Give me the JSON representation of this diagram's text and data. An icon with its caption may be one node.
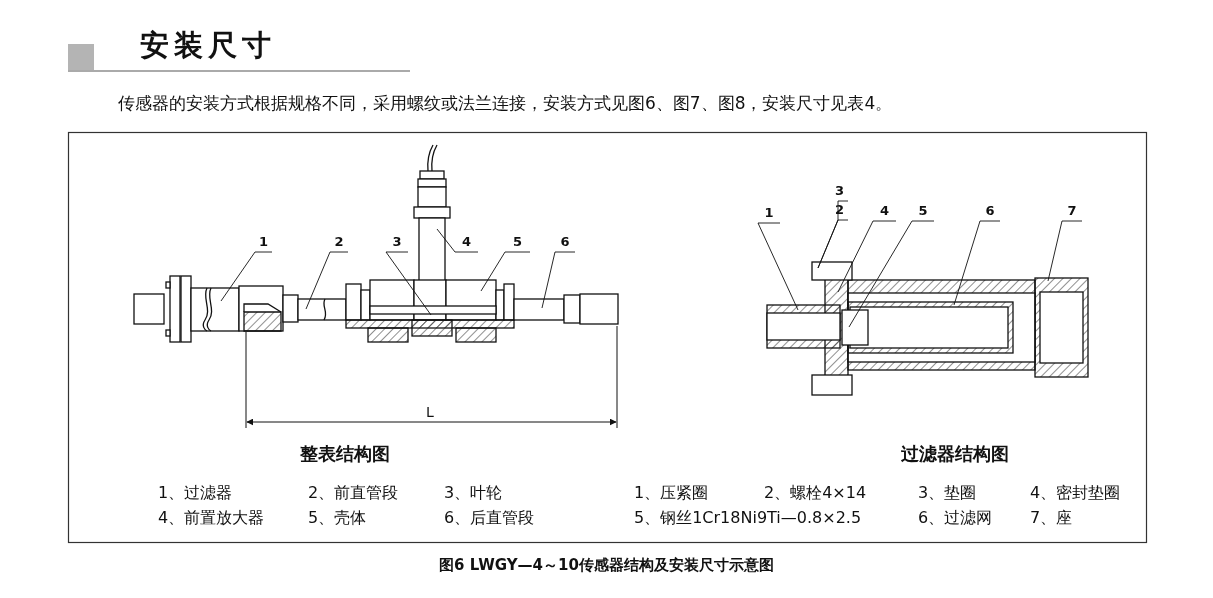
{
  "diagram": {
    "title": "安装尺寸",
    "caption": "图6 LWGY—4～10传感器结构及安装尺寸示意图",
    "nodes": [
      {
        "text": [
          "1"
        ]
      },
      {
        "text": [
          "2"
        ]
      },
      {
        "text": [
          "3"
        ]
      },
      {
        "text": [
          "4"
        ]
      },
      {
        "text": [
          "5"
        ]
      },
      {
        "text": [
          "6"
        ]
      },
      {
        "text": [
          "1"
        ]
      },
      {
        "text": [
          "3"
        ]
      },
      {
        "text": [
          "2"
        ]
      },
      {
        "text": [
          "4"
        ]
      },
      {
        "text": [
          "5"
        ]
      },
      {
        "text": [
          "6"
        ]
      },
      {
        "text": [
          "7"
        ]
      }
    ],
    "edges": [
      {
        "from": 0,
        "to": null,
        "arrow": "none"
      },
      {
        "from": 1,
        "to": null,
        "arrow": "none"
      },
      {
        "from": 2,
        "to": null,
        "arrow": "none"
      },
      {
        "from": 3,
        "to": null,
        "arrow": "none"
      },
      {
        "from": 4,
        "to": null,
        "arrow": "none"
      },
      {
        "from": 5,
        "to": null,
        "arrow": "none"
      },
      {
        "from": 6,
        "to": null,
        "arrow": "none"
      },
      {
        "from": 7,
        "to": null,
        "arrow": "none"
      },
      {
        "from": 8,
        "to": null,
        "arrow": "none"
      },
      {
        "from": 9,
        "to": null,
        "arrow": "none"
      },
      {
        "from": 10,
        "to": null,
        "arrow": "none"
      },
      {
        "from": 11,
        "to": null,
        "arrow": "none"
      },
      {
        "from": 12,
        "to": null,
        "arrow": "none"
      }
    ],
    "labels": [
      "传感器的安装方式根据规格不同，采用螺纹或法兰连接，安装方式见图6、图7、图8，安装尺寸见表4。",
      "L",
      "整表结构图",
      "过滤器结构图",
      "1、过滤器",
      "2、前直管段",
      "3、叶轮",
      "1、压紧圈",
      "2、螺栓4×14",
      "3、垫圈",
      "4、密封垫圈",
      "4、前置放大器",
      "5、壳体",
      "6、后直管段",
      "5、钢丝1Cr18Ni9Ti—0.8×2.5",
      "6、过滤网",
      "7、座"
    ]
  }
}
